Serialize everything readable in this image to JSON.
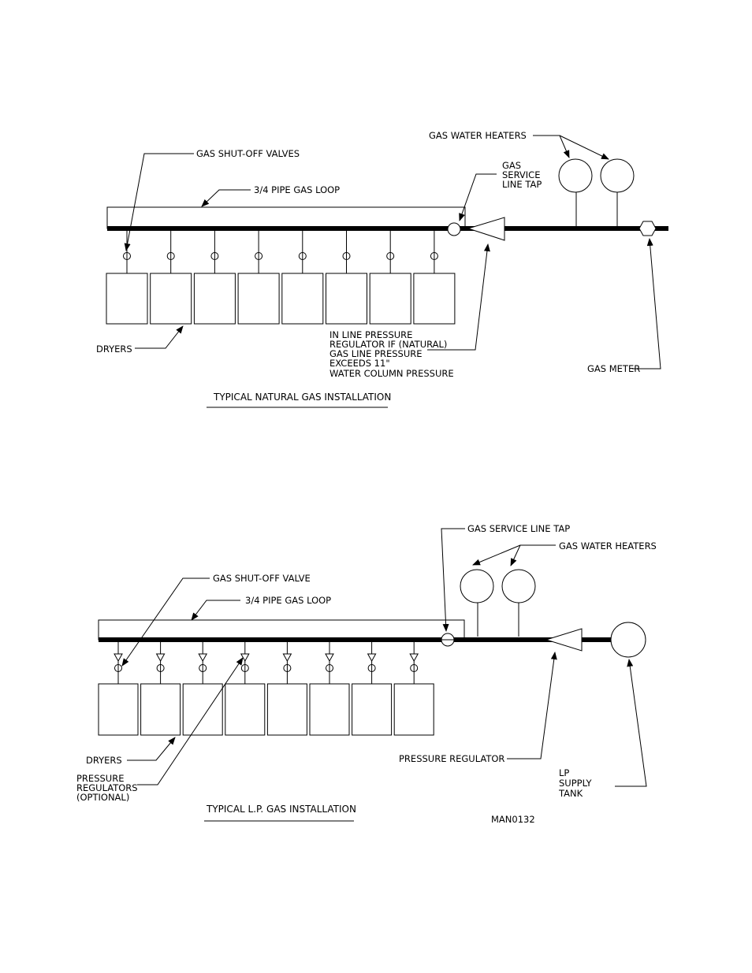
{
  "top": {
    "title": "TYPICAL NATURAL GAS INSTALLATION",
    "labels": {
      "shutoff": "GAS SHUT-OFF VALVES",
      "loop": "3/4 PIPE GAS LOOP",
      "heaters": "GAS WATER HEATERS",
      "tap": [
        "GAS",
        "SERVICE",
        "LINE TAP"
      ],
      "dryers": "DRYERS",
      "regulator": [
        "IN LINE PRESSURE",
        "REGULATOR IF (NATURAL)",
        "GAS LINE PRESSURE",
        "EXCEEDS 11\"",
        "WATER COLUMN PRESSURE"
      ],
      "meter": "GAS METER"
    }
  },
  "bottom": {
    "title": "TYPICAL L.P. GAS INSTALLATION",
    "labels": {
      "tap": "GAS SERVICE LINE TAP",
      "heaters": "GAS WATER HEATERS",
      "shutoff": "GAS SHUT-OFF VALVE",
      "loop": "3/4 PIPE GAS LOOP",
      "dryers": "DRYERS",
      "pressure_regulators": [
        "PRESSURE",
        "REGULATORS",
        "(OPTIONAL)"
      ],
      "pressure_regulator": "PRESSURE REGULATOR",
      "lp_tank": [
        "LP",
        "SUPPLY",
        "TANK"
      ],
      "code": "MAN0132"
    }
  },
  "icons": {
    "valve": "valve-icon",
    "dryer": "dryer-box-icon",
    "heater": "water-heater-icon",
    "meter": "gas-meter-icon",
    "regulator": "pressure-regulator-icon",
    "tank": "lp-tank-icon"
  }
}
